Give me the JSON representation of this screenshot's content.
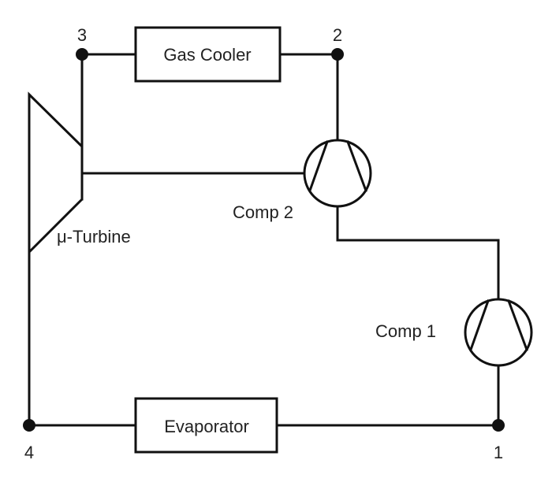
{
  "diagram": {
    "components": {
      "gas_cooler": {
        "label": "Gas Cooler"
      },
      "evaporator": {
        "label": "Evaporator"
      },
      "comp1": {
        "label": "Comp 1"
      },
      "comp2": {
        "label": "Comp 2"
      },
      "turbine": {
        "label": "μ-Turbine"
      }
    },
    "nodes": [
      {
        "id": "1",
        "label": "1"
      },
      {
        "id": "2",
        "label": "2"
      },
      {
        "id": "3",
        "label": "3"
      },
      {
        "id": "4",
        "label": "4"
      }
    ],
    "colors": {
      "line": "#111111",
      "text": "#222222",
      "background": "#ffffff"
    }
  }
}
